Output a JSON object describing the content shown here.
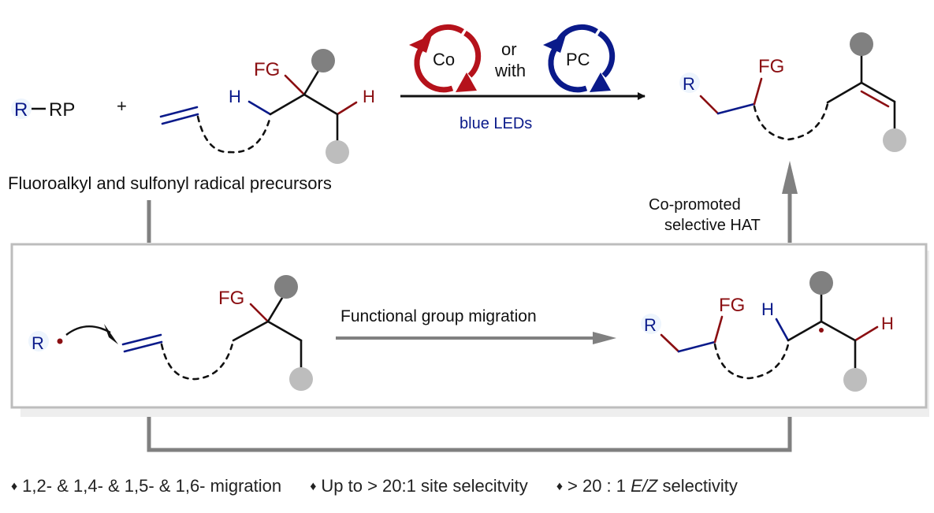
{
  "top_reaction": {
    "reagent_R": "R",
    "reagent_RP": "RP",
    "plus": "+",
    "substrate_FG": "FG",
    "substrate_H_left": "H",
    "substrate_H_right": "H",
    "reagent_caption": "Fluoroalkyl and sulfonyl radical precursors",
    "catalyst_co": "Co",
    "or_label": "or",
    "with_label": "with",
    "catalyst_pc": "PC",
    "condition": "blue LEDs",
    "product_R": "R",
    "product_FG": "FG"
  },
  "hat_step": {
    "line1": "Co-promoted",
    "line2": "selective HAT"
  },
  "mechanism_box": {
    "radical_R": "R",
    "substrate_FG": "FG",
    "arrow_label": "Functional group migration",
    "intermediate_R": "R",
    "intermediate_FG": "FG",
    "intermediate_H_left": "H",
    "intermediate_H_right": "H"
  },
  "features": [
    {
      "bullet": "♦",
      "text": "1,2- & 1,4- & 1,5- & 1,6- migration"
    },
    {
      "bullet": "♦",
      "text": "Up to > 20:1 site selecitvity"
    },
    {
      "bullet": "♦",
      "text_pre": "> 20 : 1 ",
      "text_italic": "E/Z",
      "text_post": " selectivity"
    }
  ],
  "colors": {
    "cobalt_cycle": "#b5121b",
    "photocatalyst_cycle": "#0a1a8a",
    "radical_highlight": "#8b0f12",
    "connector_gray": "#808080"
  }
}
